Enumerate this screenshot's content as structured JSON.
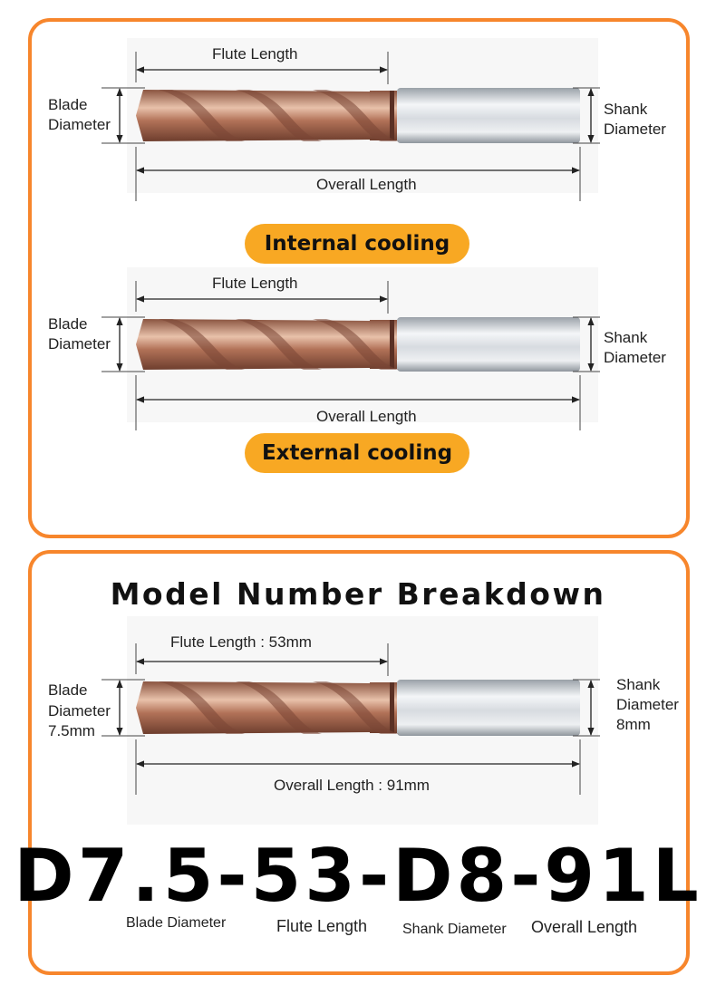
{
  "colors": {
    "accent": "#f7862c",
    "pill": "#f8a823",
    "copper": "#b9775a",
    "shank": "#d9dde2"
  },
  "diagram1": {
    "flute_label": "Flute Length",
    "blade_label_1": "Blade",
    "blade_label_2": "Diameter",
    "shank_label_1": "Shank",
    "shank_label_2": "Diameter",
    "overall_label": "Overall Length",
    "cooling_label": "Internal cooling"
  },
  "diagram2": {
    "flute_label": "Flute Length",
    "blade_label_1": "Blade",
    "blade_label_2": "Diameter",
    "shank_label_1": "Shank",
    "shank_label_2": "Diameter",
    "overall_label": "Overall Length",
    "cooling_label": "External cooling"
  },
  "breakdown": {
    "title": "Model Number Breakdown",
    "flute_label": "Flute Length :  53mm",
    "blade_label_1": "Blade",
    "blade_label_2": "Diameter",
    "blade_value": "7.5mm",
    "shank_label_1": "Shank",
    "shank_label_2": "Diameter",
    "shank_value": "8mm",
    "overall_label": "Overall Length : 91mm",
    "model_code": "D7.5-53-D8-91L",
    "legend": [
      "Blade Diameter",
      "Flute Length",
      "Shank Diameter",
      "Overall Length"
    ]
  }
}
